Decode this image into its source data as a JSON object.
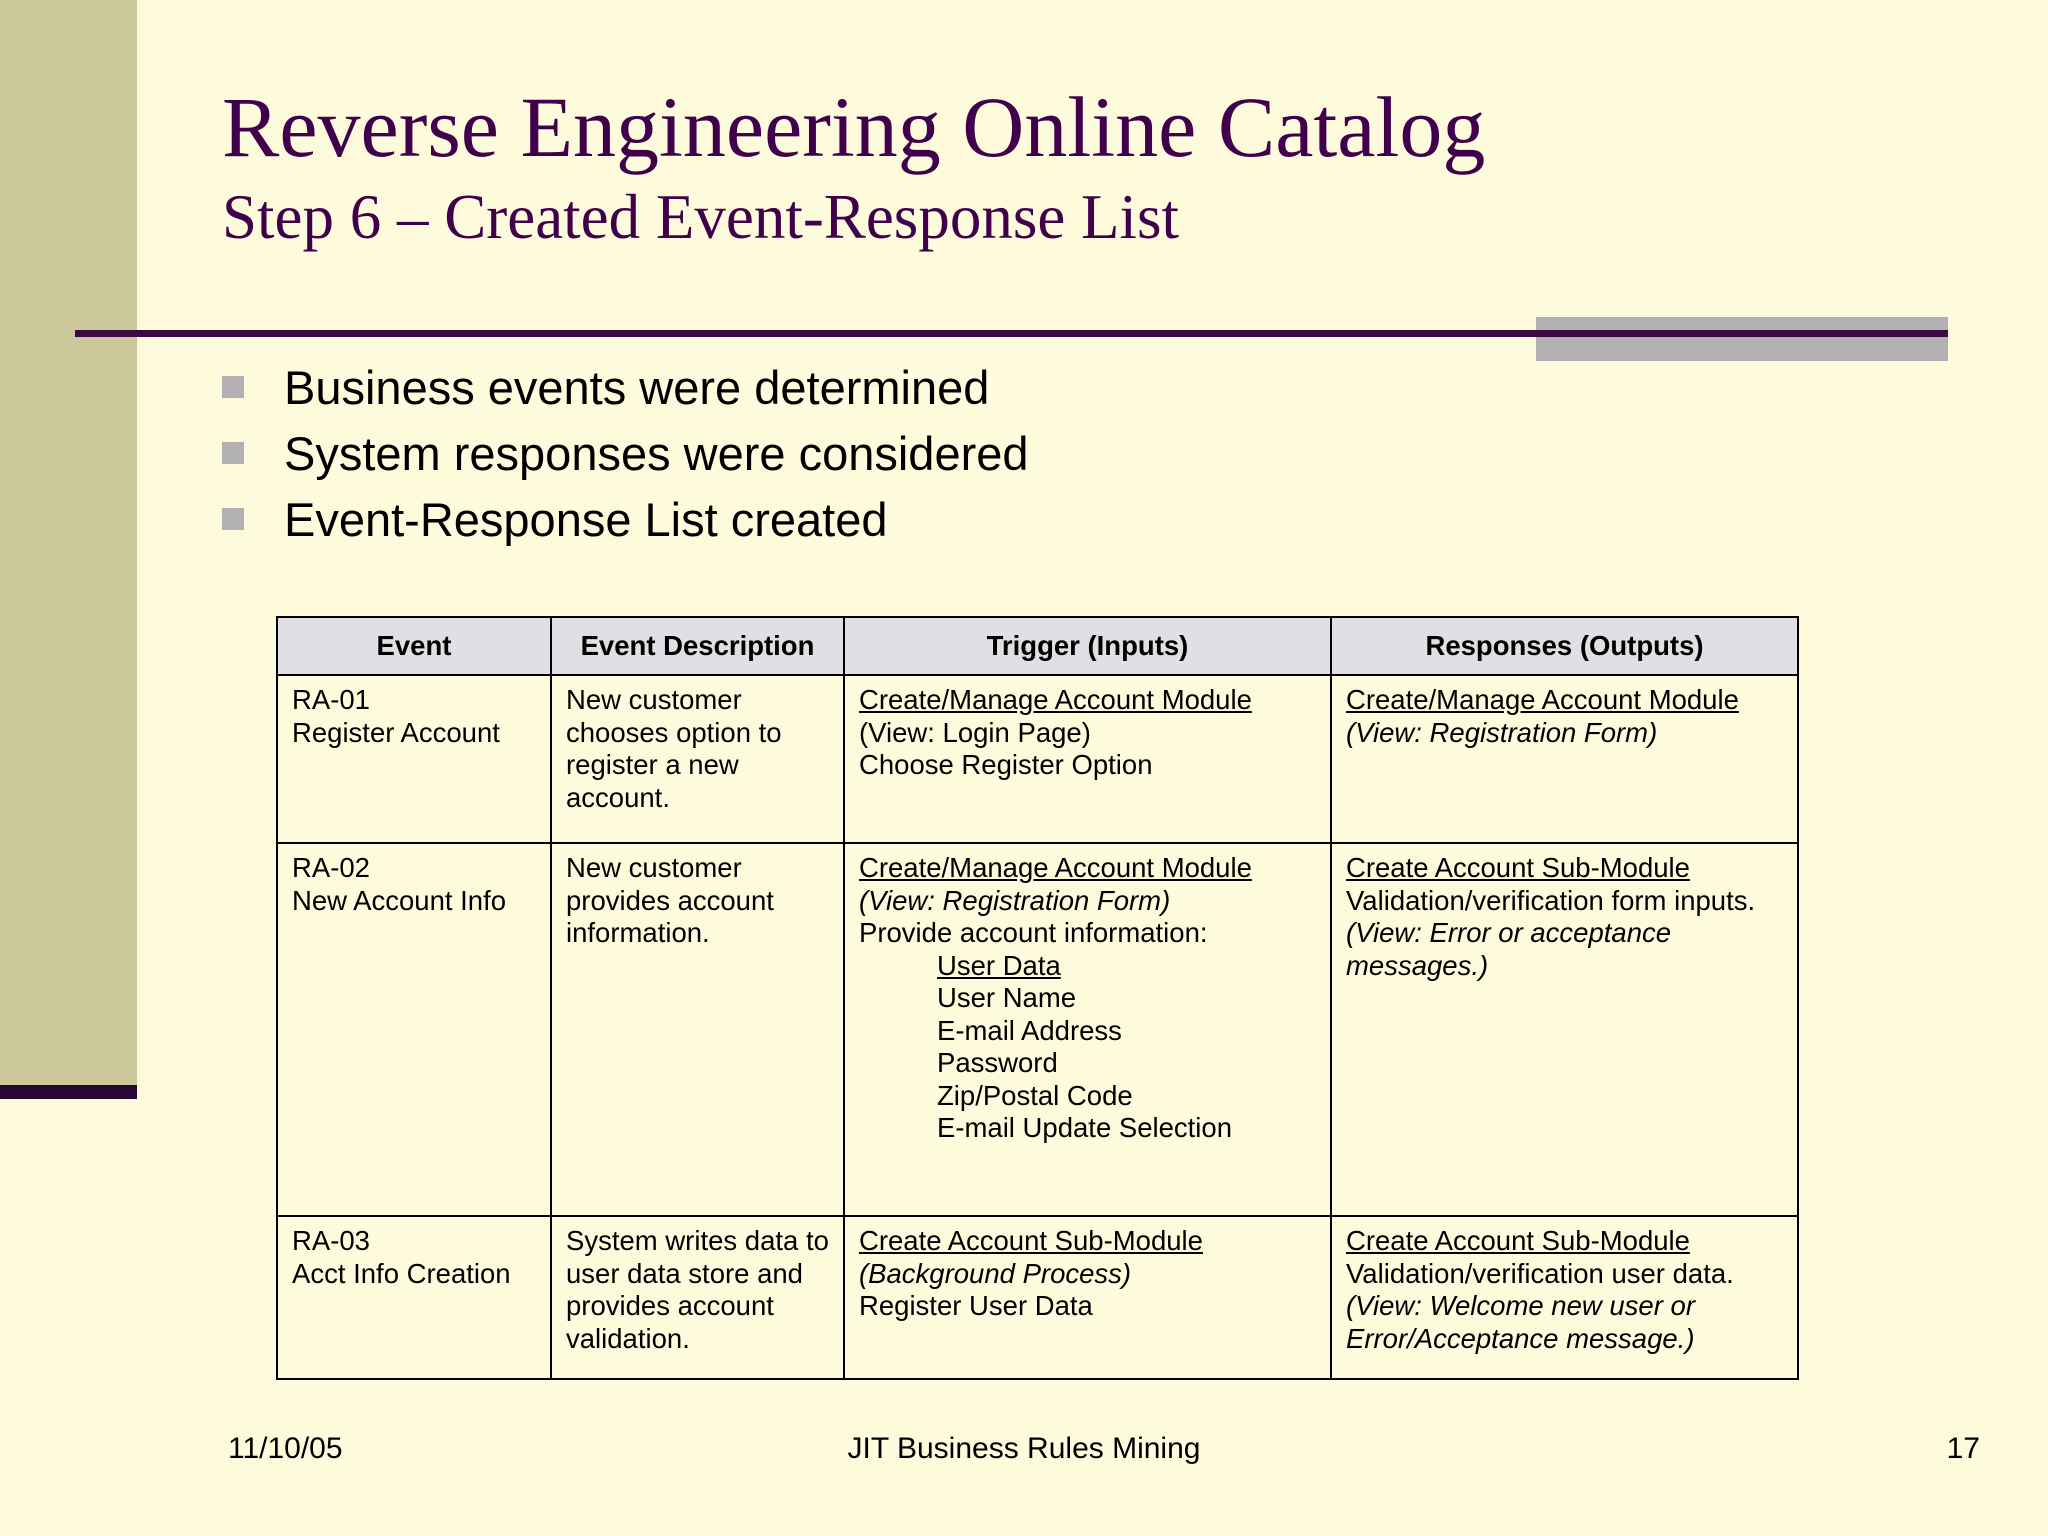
{
  "slide": {
    "title": "Reverse Engineering Online Catalog",
    "subtitle": "Step 6 – Created Event-Response List",
    "accent_color": "#40004B",
    "band_color": "#CCC89B",
    "background_color": "#FDFBDC",
    "marker_color": "#B3B0B3"
  },
  "bullets": [
    "Business events were determined",
    "System responses were considered",
    "Event-Response List created"
  ],
  "table": {
    "headers": [
      "Event",
      "Event Description",
      "Trigger (Inputs)",
      "Responses (Outputs)"
    ],
    "rows": [
      {
        "event": [
          "RA-01",
          "Register Account"
        ],
        "description": [
          "New customer chooses option to register a new account."
        ],
        "trigger": [
          {
            "text": "Create/Manage Account Module",
            "style": "underline"
          },
          {
            "text": "(View: Login Page)",
            "style": "plain"
          },
          {
            "text": "Choose Register Option",
            "style": "plain"
          }
        ],
        "response": [
          {
            "text": "Create/Manage Account Module",
            "style": "underline"
          },
          {
            "text": "(View: Registration Form)",
            "style": "italic"
          }
        ]
      },
      {
        "event": [
          "RA-02",
          "New Account Info"
        ],
        "description": [
          "New customer provides account information."
        ],
        "trigger": [
          {
            "text": "Create/Manage Account Module",
            "style": "underline"
          },
          {
            "text": "(View: Registration Form)",
            "style": "italic"
          },
          {
            "text": "Provide account information:",
            "style": "plain"
          },
          {
            "text": "User Data",
            "style": "underline-indent"
          },
          {
            "text": "User Name",
            "style": "indent"
          },
          {
            "text": "E-mail Address",
            "style": "indent"
          },
          {
            "text": "Password",
            "style": "indent"
          },
          {
            "text": "Zip/Postal Code",
            "style": "indent"
          },
          {
            "text": "E-mail Update Selection",
            "style": "indent"
          }
        ],
        "response": [
          {
            "text": "Create Account Sub-Module",
            "style": "underline"
          },
          {
            "text": "Validation/verification form inputs.",
            "style": "plain"
          },
          {
            "text": "(View: Error or acceptance messages.)",
            "style": "italic"
          }
        ]
      },
      {
        "event": [
          "RA-03",
          "Acct Info Creation"
        ],
        "description": [
          "System writes data to user data store and provides account validation."
        ],
        "trigger": [
          {
            "text": "Create Account Sub-Module",
            "style": "underline"
          },
          {
            "text": "(Background Process)",
            "style": "italic"
          },
          {
            "text": "Register User Data",
            "style": "plain"
          }
        ],
        "response": [
          {
            "text": "Create Account Sub-Module",
            "style": "underline"
          },
          {
            "text": "Validation/verification user data.",
            "style": "plain"
          },
          {
            "text": "(View: Welcome new user or Error/Acceptance message.)",
            "style": "italic"
          }
        ]
      }
    ]
  },
  "footer": {
    "date": "11/10/05",
    "center": "JIT Business Rules Mining",
    "page": "17"
  }
}
